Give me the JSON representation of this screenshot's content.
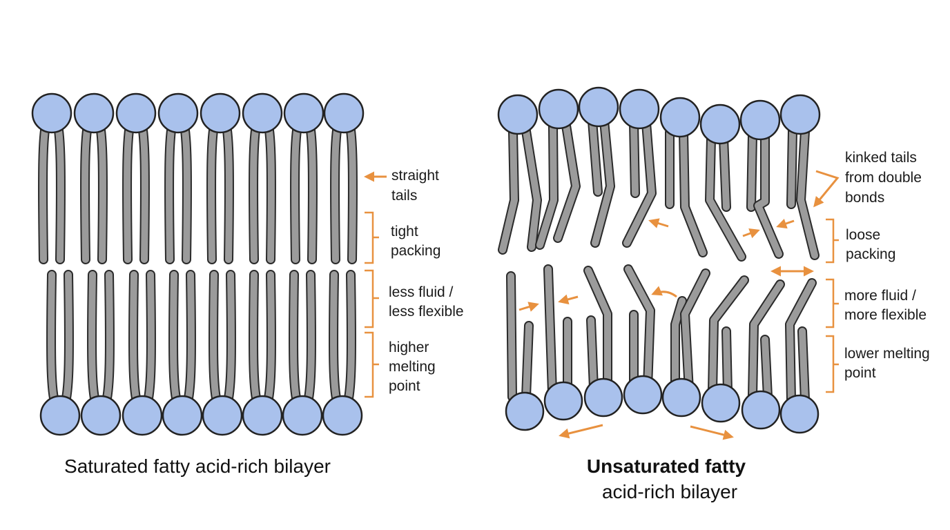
{
  "colors": {
    "head_fill": "#a9c1ec",
    "head_stroke": "#222222",
    "tail_fill": "#9b9b9b",
    "tail_stroke": "#2a2a2a",
    "accent": "#e8913f",
    "text": "#1a1a1a"
  },
  "left_panel": {
    "caption": "Saturated fatty acid-rich bilayer",
    "annotations": {
      "straight_tails": [
        "straight",
        "tails"
      ],
      "tight_packing": [
        "tight",
        "packing"
      ],
      "less_fluid": [
        "less fluid /",
        "less flexible"
      ],
      "higher_melting": [
        "higher",
        "melting",
        "point"
      ]
    }
  },
  "right_panel": {
    "caption_line1": "Unsaturated fatty",
    "caption_line2": "acid-rich bilayer",
    "annotations": {
      "kinked_tails": [
        "kinked tails",
        "from double",
        "bonds"
      ],
      "loose_packing": [
        "loose",
        "packing"
      ],
      "more_fluid": [
        "more fluid /",
        "more flexible"
      ],
      "lower_melting": [
        "lower melting",
        "point"
      ]
    }
  },
  "icons": {
    "lipid_head": "circle",
    "fatty_tail": "rounded-stroke",
    "arrow": "arrowhead",
    "bracket": "right-bracket"
  }
}
